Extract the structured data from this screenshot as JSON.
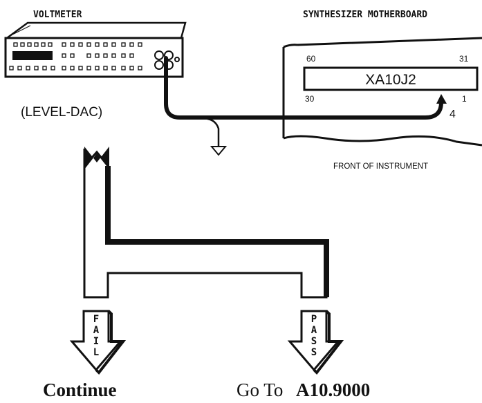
{
  "voltmeter": {
    "title": "VOLTMETER",
    "mode_label": "(LEVEL-DAC)"
  },
  "motherboard": {
    "title": "SYNTHESIZER MOTHERBOARD",
    "connector_label": "XA10J2",
    "pin_60": "60",
    "pin_31": "31",
    "pin_30": "30",
    "pin_1": "1",
    "probe_pin": "4",
    "footer": "FRONT OF INSTRUMENT"
  },
  "flow": {
    "fail_letters": [
      "F",
      "A",
      "I",
      "L"
    ],
    "pass_letters": [
      "P",
      "A",
      "S",
      "S"
    ],
    "fail_action": "Continue",
    "pass_action_prefix": "Go To",
    "pass_action_target": "A10.9000"
  },
  "colors": {
    "ink": "#111111",
    "paper": "#ffffff"
  }
}
